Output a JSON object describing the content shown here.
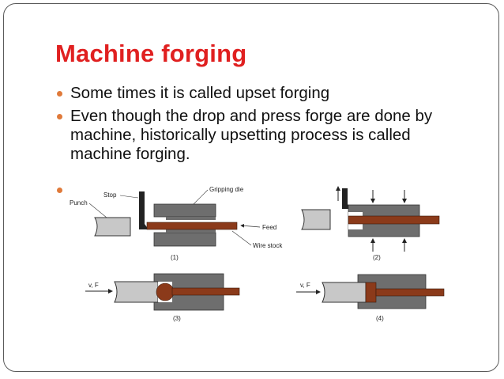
{
  "slide": {
    "title": "Machine forging",
    "bullets": [
      "Some times it is called upset forging",
      "Even though the drop and press forge are done by machine, historically upsetting process is called machine forging."
    ]
  },
  "figure": {
    "labels": {
      "stop": "Stop",
      "punch": "Punch",
      "gripping_die": "Gripping die",
      "feed": "Feed",
      "wire_stock": "Wire stock",
      "vf_3": "v, F",
      "vf_4": "v, F"
    },
    "steps": [
      "(1)",
      "(2)",
      "(3)",
      "(4)"
    ],
    "colors": {
      "title_red": "#e02020",
      "bullet_orange": "#e07a3a",
      "die_gray": "#6e6e6e",
      "punch_gray": "#c8c8c8",
      "stock_brown": "#8b3a1a"
    }
  }
}
